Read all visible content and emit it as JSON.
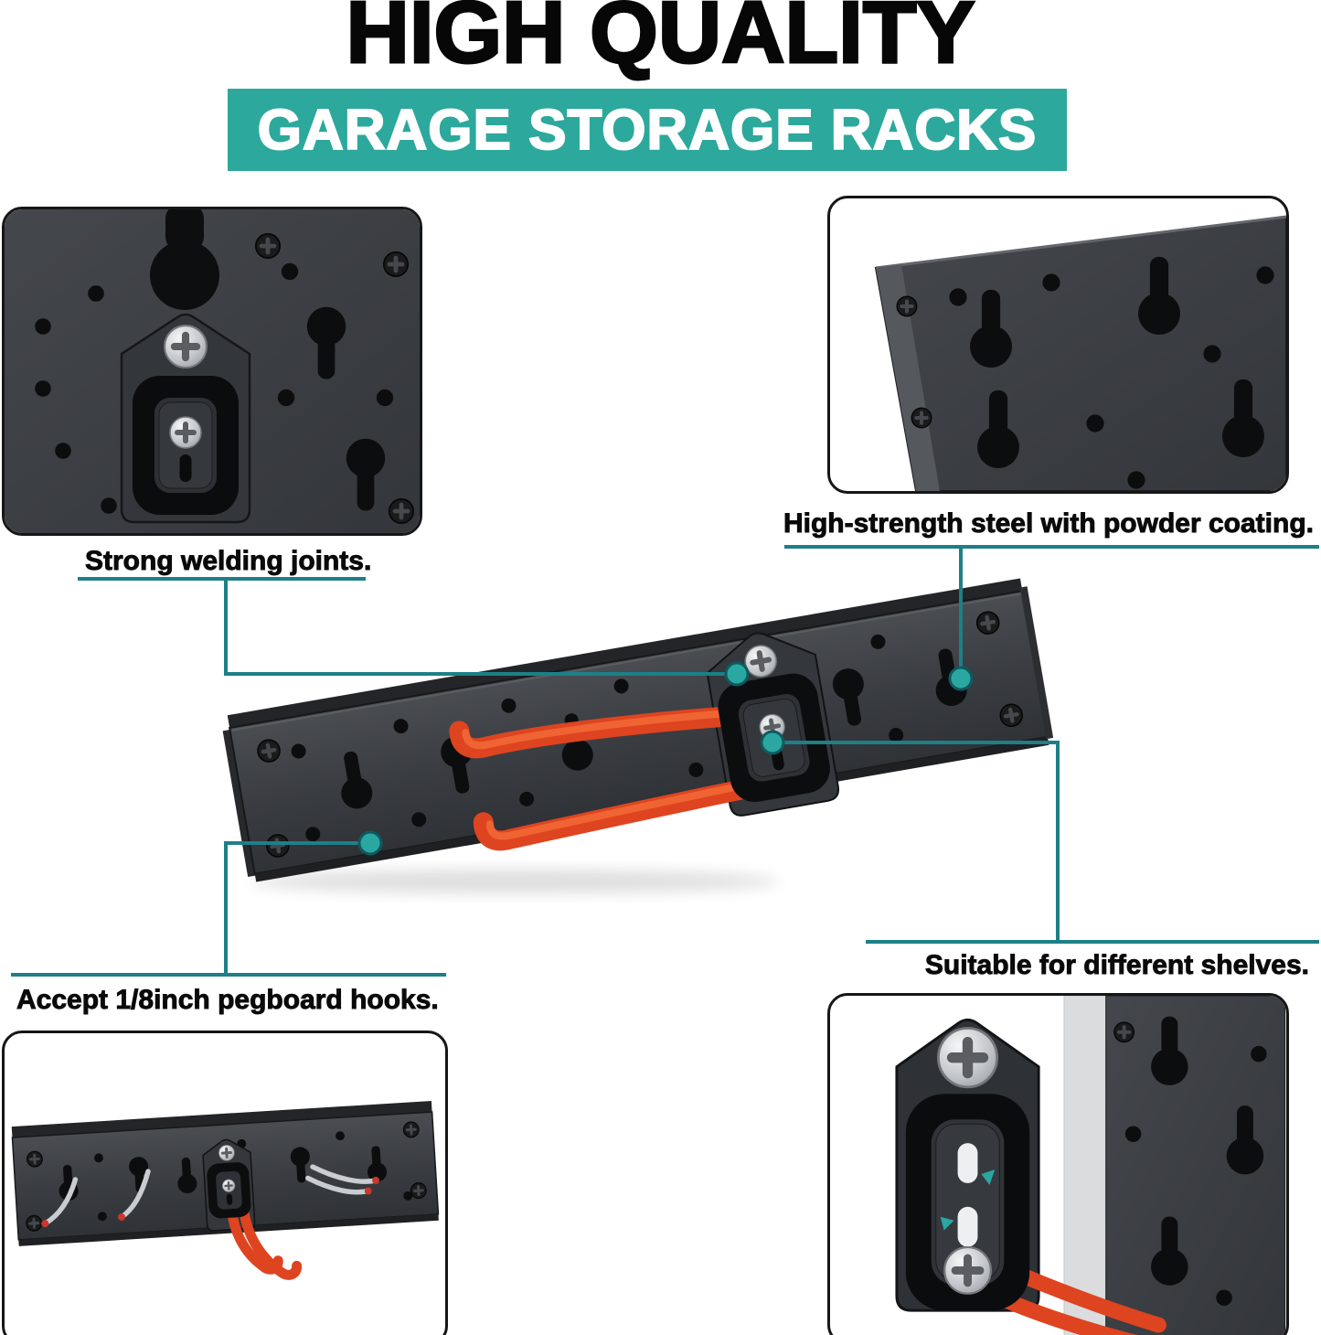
{
  "header": {
    "title": "HIGH QUALITY",
    "banner": "GARAGE STORAGE RACKS"
  },
  "callouts": {
    "welding": {
      "label": "Strong welding joints."
    },
    "steel": {
      "label": "High-strength steel with powder coating."
    },
    "pegboard": {
      "label": "Accept 1/8inch pegboard hooks."
    },
    "shelves": {
      "label": "Suitable for different shelves."
    }
  },
  "illustrations": {
    "top_left": "close-up of welded hook bracket on pegboard rail",
    "top_right": "close-up of powder-coated steel plate with keyhole slots",
    "center": "wall-mounted garage storage rail with orange double hook",
    "bottom_left": "rail fitted with assorted pegboard hooks",
    "bottom_right": "hook bracket mounted on shelf upright"
  },
  "colors": {
    "accent_teal": "#2CA89C",
    "callout_line": "#1E7F87",
    "callout_dot": "#2BA7A1",
    "hook_orange": "#DE4420",
    "rack_dark": "#3A3D42",
    "text_black": "#0A0A0A"
  }
}
